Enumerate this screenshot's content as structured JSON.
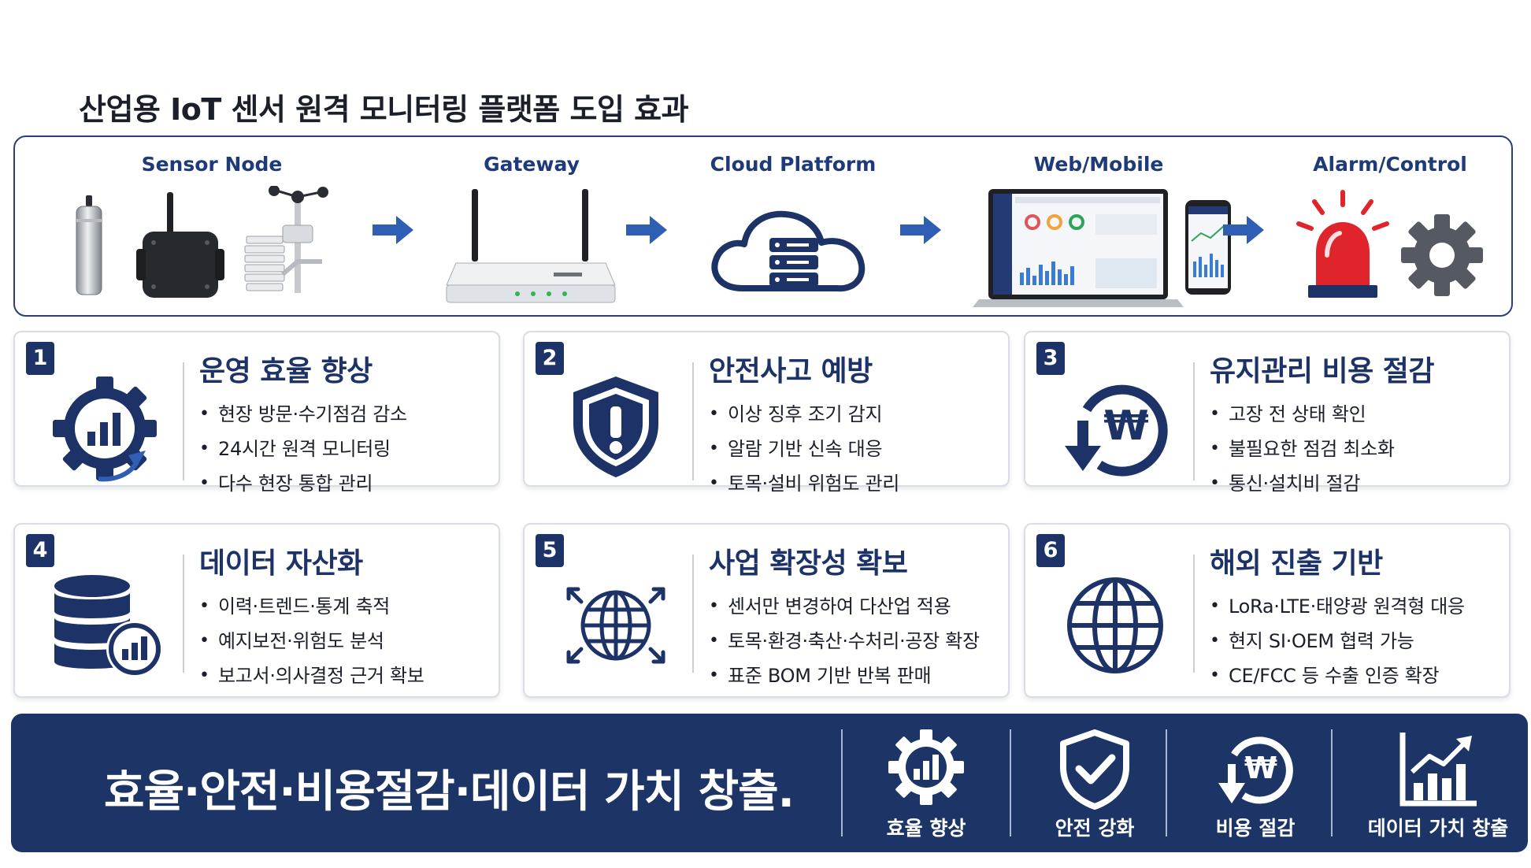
{
  "page": {
    "title": "산업용 IoT 센서 원격 모니터링 플랫폼 도입 효과"
  },
  "colors": {
    "navy": "#1d3368",
    "flow_arrow": "#2f5fb5",
    "alarm_red": "#e0242b",
    "gear_gray": "#555a62"
  },
  "flow": {
    "stages": [
      {
        "label": "Sensor Node",
        "icon": "sensor-devices"
      },
      {
        "label": "Gateway",
        "icon": "router-icon"
      },
      {
        "label": "Cloud Platform",
        "icon": "cloud-server-icon"
      },
      {
        "label": "Web/Mobile",
        "icon": "laptop-phone-dashboard"
      },
      {
        "label": "Alarm/Control",
        "icon": "alarm-gear-icon"
      }
    ]
  },
  "cards": [
    {
      "number": "1",
      "title": "운영 효율 향상",
      "icon": "gear-chart-icon",
      "bullets": [
        "현장 방문·수기점검 감소",
        "24시간 원격 모니터링",
        "다수 현장 통합 관리"
      ]
    },
    {
      "number": "2",
      "title": "안전사고 예방",
      "icon": "shield-alert-icon",
      "bullets": [
        "이상 징후 조기 감지",
        "알람 기반 신속 대응",
        "토목·설비 위험도 관리"
      ]
    },
    {
      "number": "3",
      "title": "유지관리 비용 절감",
      "icon": "won-down-icon",
      "bullets": [
        "고장 전 상태 확인",
        "불필요한 점검 최소화",
        "통신·설치비 절감"
      ]
    },
    {
      "number": "4",
      "title": "데이터 자산화",
      "icon": "database-chart-icon",
      "bullets": [
        "이력·트렌드·통계 축적",
        "예지보전·위험도 분석",
        "보고서·의사결정 근거 확보"
      ]
    },
    {
      "number": "5",
      "title": "사업 확장성 확보",
      "icon": "globe-expand-icon",
      "bullets": [
        "센서만 변경하여 다산업 적용",
        "토목·환경·축산·수처리·공장 확장",
        "표준 BOM 기반 반복 판매"
      ]
    },
    {
      "number": "6",
      "title": "해외 진출 기반",
      "icon": "globe-icon",
      "bullets": [
        "LoRa·LTE·태양광 원격형 대응",
        "현지 SI·OEM 협력 가능",
        "CE/FCC 등 수출 인증 확장"
      ]
    }
  ],
  "band": {
    "slogan": "효율·안전·비용절감·데이터 가치 창출.",
    "items": [
      {
        "label": "효율 향상",
        "icon": "gear-chart-icon"
      },
      {
        "label": "안전 강화",
        "icon": "shield-check-icon"
      },
      {
        "label": "비용 절감",
        "icon": "won-down-icon"
      },
      {
        "label": "데이터 가치 창출",
        "icon": "growth-chart-icon"
      }
    ]
  }
}
